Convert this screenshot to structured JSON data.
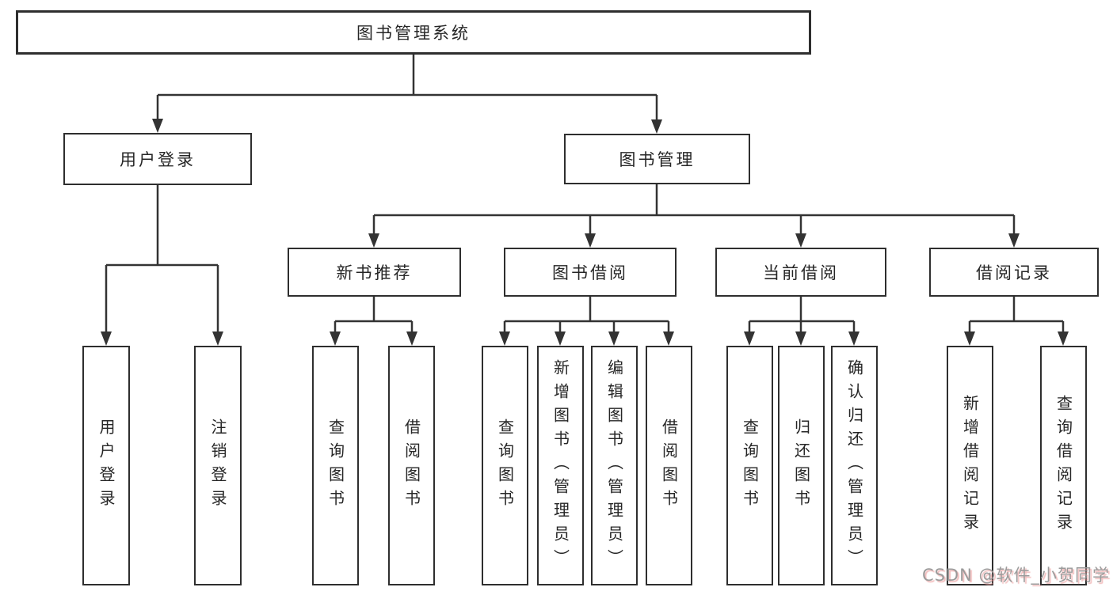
{
  "title": {
    "label": "图书管理系统"
  },
  "level1": [
    {
      "label": "用户登录"
    },
    {
      "label": "图书管理"
    }
  ],
  "level2": [
    {
      "label": "新书推荐"
    },
    {
      "label": "图书借阅"
    },
    {
      "label": "当前借阅"
    },
    {
      "label": "借阅记录"
    }
  ],
  "leaves": {
    "user_login": [
      {
        "label": "用户登录"
      },
      {
        "label": "注销登录"
      }
    ],
    "new_book": [
      {
        "label": "查询图书"
      },
      {
        "label": "借阅图书"
      }
    ],
    "book_borrow": [
      {
        "label": "查询图书"
      },
      {
        "label": "新增图书（管理员）"
      },
      {
        "label": "编辑图书（管理员）"
      },
      {
        "label": "借阅图书"
      }
    ],
    "current_borrow": [
      {
        "label": "查询图书"
      },
      {
        "label": "归还图书"
      },
      {
        "label": "确认归还（管理员）"
      }
    ],
    "borrow_record": [
      {
        "label": "新增借阅记录"
      },
      {
        "label": "查询借阅记录"
      }
    ]
  },
  "watermark": {
    "text": "CSDN @软件_小贺同学"
  },
  "colors": {
    "line": "#333333",
    "box_border": "#2e2e2e",
    "text": "#262626",
    "watermark_gray": "#9b9b9b",
    "watermark_pink": "#eb9696",
    "background": "#ffffff"
  }
}
